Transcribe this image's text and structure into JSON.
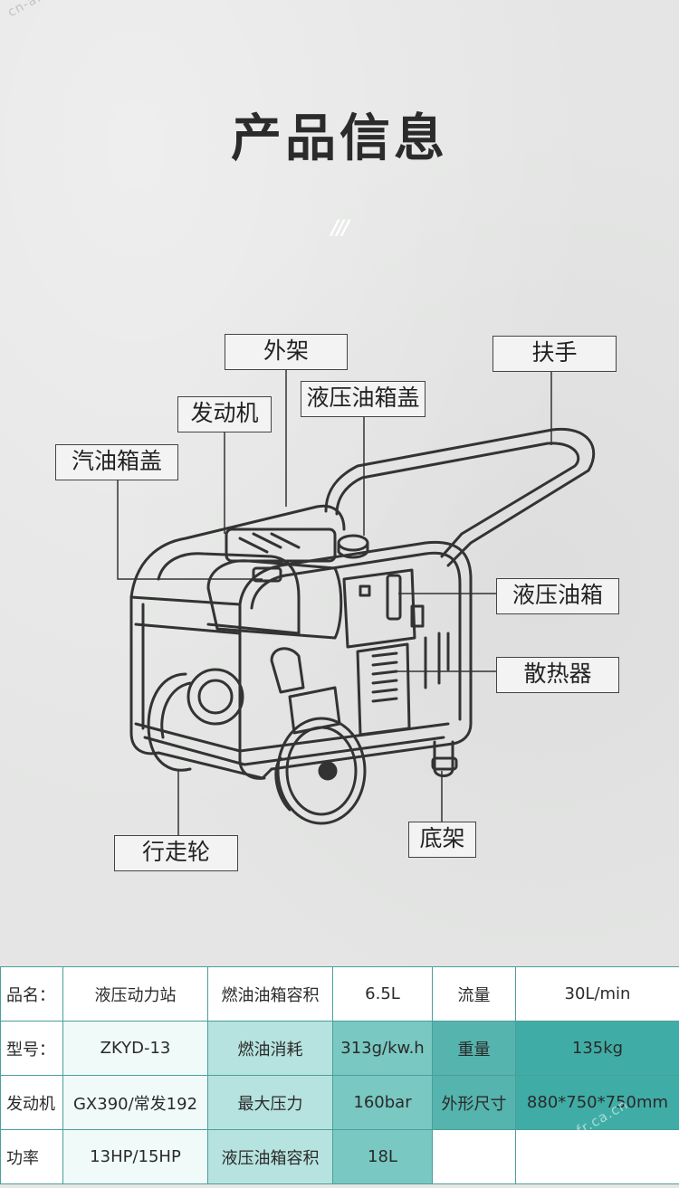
{
  "watermark": "cn-afr.ca.cn",
  "title": "产品信息",
  "decor": "///",
  "labels": {
    "frame": "外架",
    "handle": "扶手",
    "hydraulic_cap": "液压油箱盖",
    "engine": "发动机",
    "fuel_cap": "汽油箱盖",
    "hydraulic_tank": "液压油箱",
    "radiator": "散热器",
    "wheel": "行走轮",
    "base": "底架"
  },
  "specs": {
    "rows": [
      [
        "品名：",
        "液压动力站",
        "燃油油箱容积",
        "6.5L",
        "流量",
        "30L/min"
      ],
      [
        "型号：",
        "ZKYD-13",
        "燃油消耗",
        "313g/kw.h",
        "重量",
        "135kg"
      ],
      [
        "发动机",
        "GX390/常发192",
        "最大压力",
        "160bar",
        "外形尺寸",
        "880*750*750mm"
      ],
      [
        "功率",
        "13HP/15HP",
        "液压油箱容积",
        "18L",
        "",
        ""
      ]
    ],
    "colors": [
      [
        "#ffffff",
        "#ffffff",
        "#ffffff",
        "#ffffff",
        "#ffffff",
        "#ffffff"
      ],
      [
        "#ffffff",
        "#f0faf9",
        "#b6e3df",
        "#79c8c2",
        "#55b4ad",
        "#3fada6"
      ],
      [
        "#ffffff",
        "#f0faf9",
        "#b6e3df",
        "#79c8c2",
        "#55b4ad",
        "#3fada6"
      ],
      [
        "#ffffff",
        "#f0faf9",
        "#b6e3df",
        "#79c8c2",
        "#ffffff",
        "#ffffff"
      ]
    ]
  }
}
